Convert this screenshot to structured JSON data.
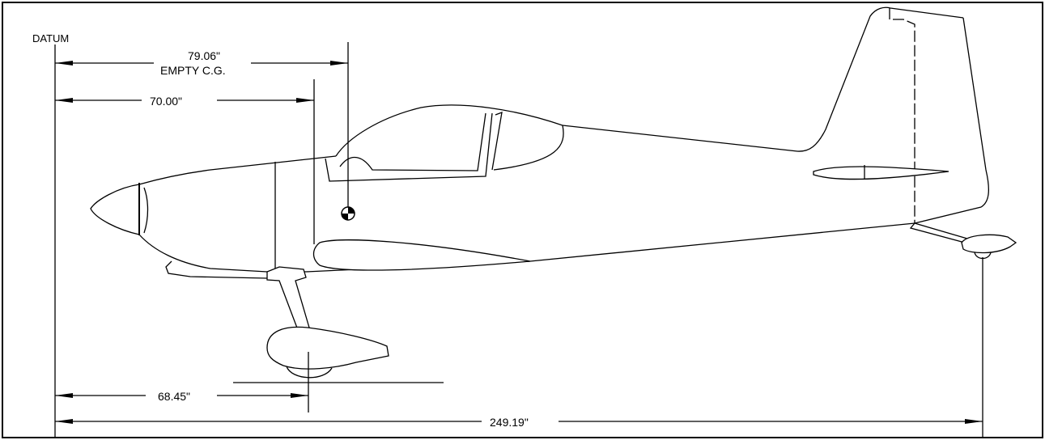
{
  "drawing": {
    "datum_label": "DATUM",
    "dim_empty_cg": "79.06\"",
    "empty_cg_label": "EMPTY C.G.",
    "dim_firewall": "70.00\"",
    "dim_main_gear": "68.45\"",
    "dim_tail_wheel": "249.19\""
  }
}
